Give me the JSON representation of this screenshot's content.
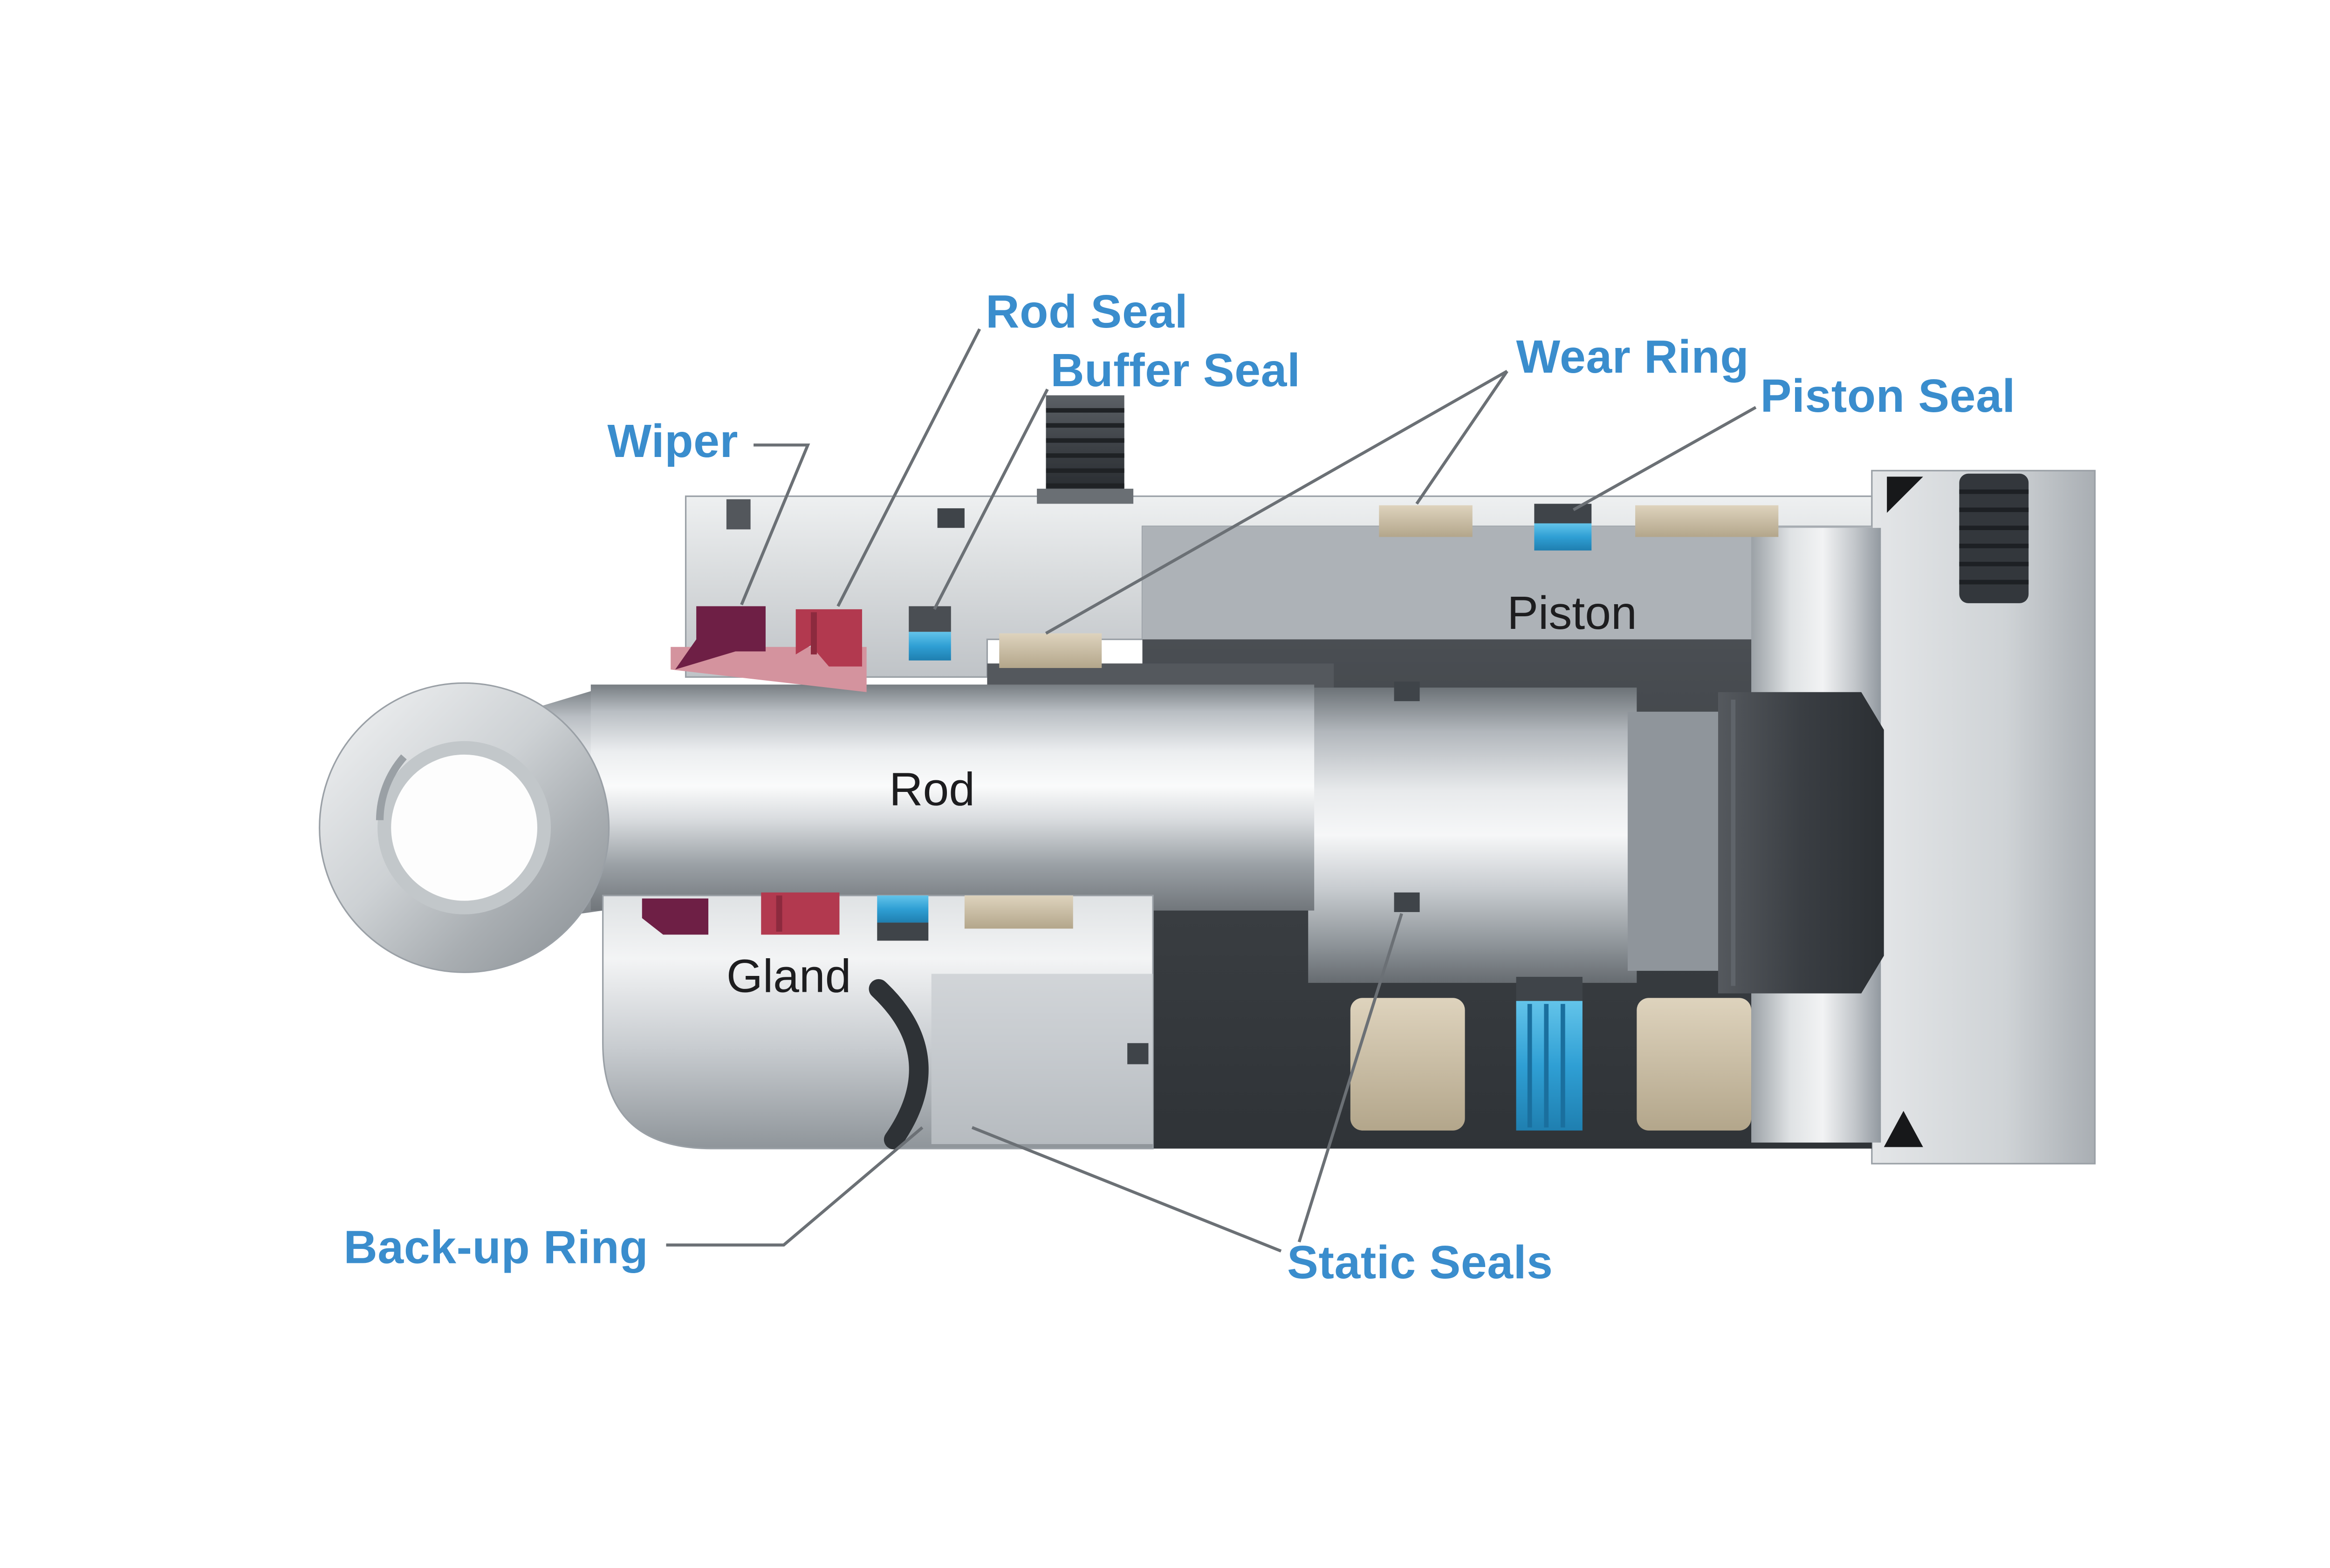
{
  "diagram": {
    "labels": {
      "wiper": "Wiper",
      "rod_seal": "Rod Seal",
      "buffer_seal": "Buffer Seal",
      "wear_ring": "Wear Ring",
      "piston_seal": "Piston Seal",
      "piston": "Piston",
      "rod": "Rod",
      "gland": "Gland",
      "backup_ring": "Back-up Ring",
      "static_seals": "Static Seals"
    },
    "colors": {
      "label_blue": "#3a8dcd",
      "label_black": "#1d1d1f",
      "wiper_seal": "#6e1f45",
      "rod_seal_red": "#b2394f",
      "seal_body_pink": "#d4939e",
      "buffer_piston_seal_blue": "#35a9dc",
      "wear_ring_tan": "#cfc2a8",
      "static_seal_dark": "#3f4449",
      "metal_light": "#e9ebed",
      "metal_dark": "#9aa0a6",
      "bore_dark": "#43474c"
    }
  }
}
